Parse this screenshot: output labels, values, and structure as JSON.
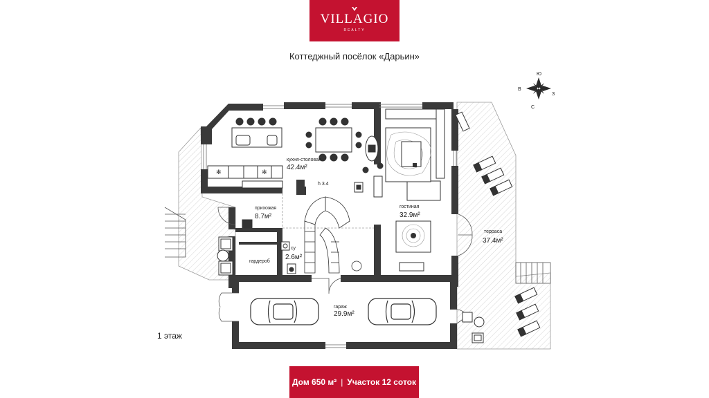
{
  "brand": {
    "name": "VILLAGIO",
    "sub": "REALTY"
  },
  "title": "Коттеджный посёлок «Дарьин»",
  "compass": {
    "north": "Ю",
    "south": "С",
    "west": "В",
    "east": "З"
  },
  "rooms": [
    {
      "id": "kitchen",
      "name": "кухня-столовая",
      "area": "42.4м²"
    },
    {
      "id": "hall",
      "name": "прихожая",
      "area": "8.7м²"
    },
    {
      "id": "wardrobe",
      "name": "гардероб",
      "area": ""
    },
    {
      "id": "wc",
      "name": "су",
      "area": "2.6м²"
    },
    {
      "id": "living",
      "name": "гостиная",
      "area": "32.9м²"
    },
    {
      "id": "terrace",
      "name": "терраса",
      "area": "37.4м²"
    },
    {
      "id": "garage",
      "name": "гараж",
      "area": "29.9м²"
    }
  ],
  "ceiling": "h 3.4",
  "floor_label": "1 этаж",
  "banner": {
    "house": "Дом 650 м²",
    "separator": "|",
    "plot": "Участок 12 соток"
  },
  "colors": {
    "brand": "#c41230",
    "wall": "#3a3a3a",
    "hatch": "#d8d8d8"
  }
}
